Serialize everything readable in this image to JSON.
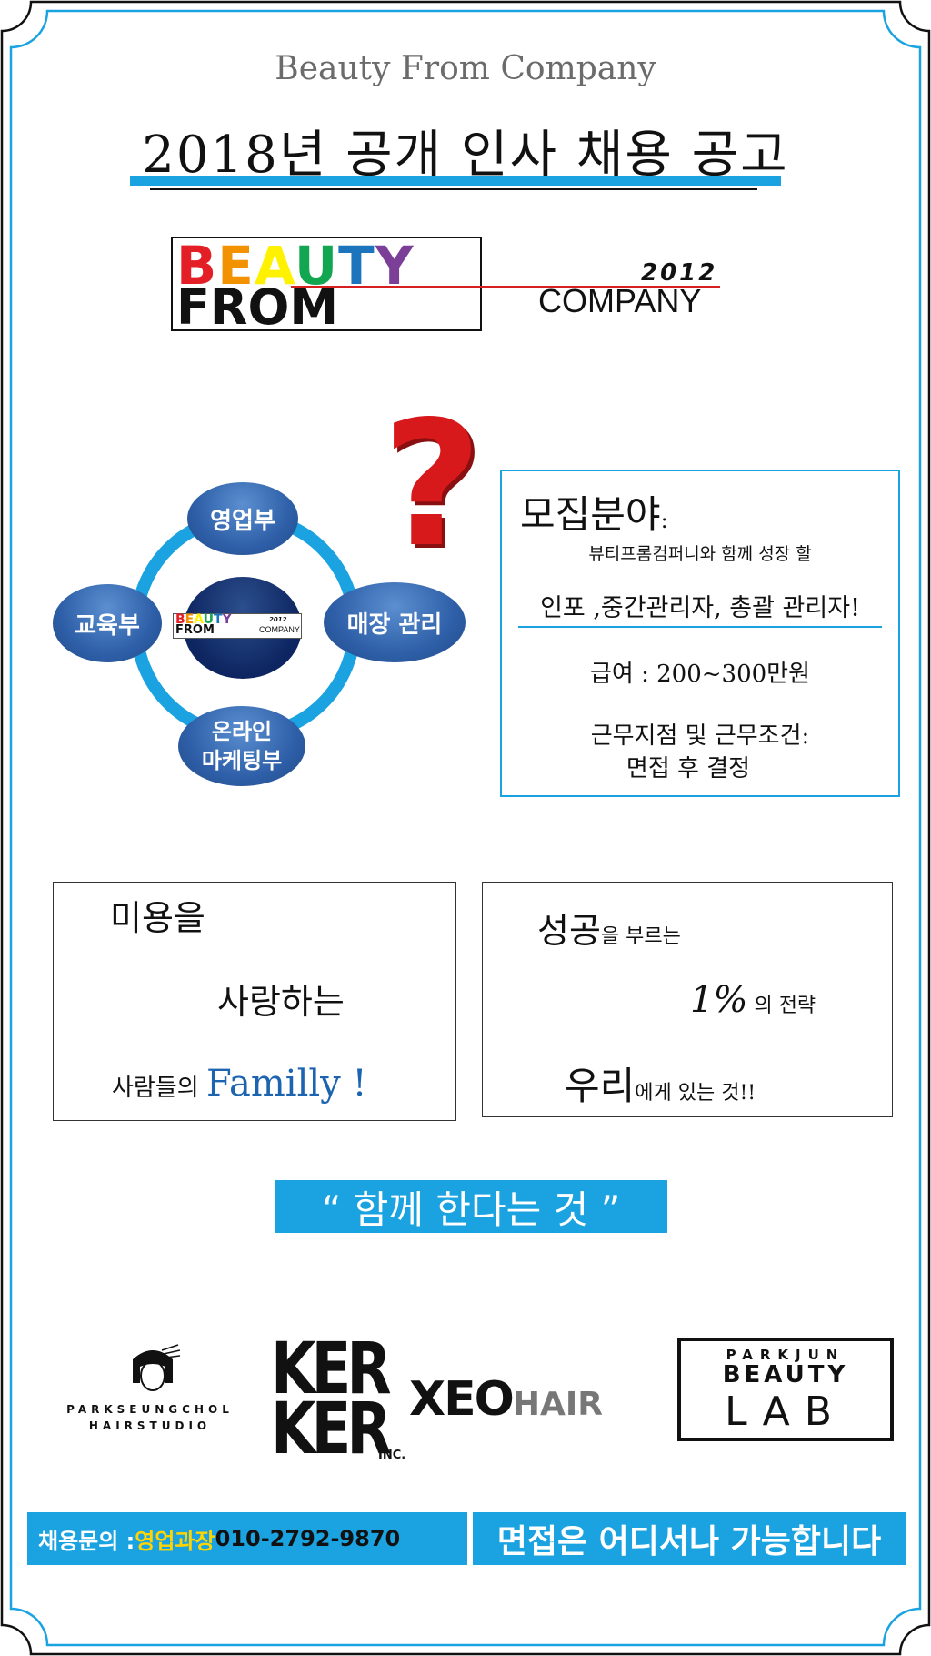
{
  "header": {
    "company": "Beauty From Company",
    "title": "2018년  공개 인사 채용 공고"
  },
  "logo": {
    "beauty_letters": [
      "B",
      "E",
      "A",
      "U",
      "T",
      "Y"
    ],
    "beauty_colors": [
      "#e41e26",
      "#f39200",
      "#fff200",
      "#12a650",
      "#1c75bc",
      "#7b3f98"
    ],
    "from": "FROM",
    "year": "2012",
    "company": "COMPANY"
  },
  "diagram": {
    "nodes": {
      "top": "영업부",
      "left": "교육부",
      "right": "매장 관리",
      "bottom_line1": "온라인",
      "bottom_line2": "마케팅부"
    },
    "question_mark": "?",
    "ring_color": "#1aa3e0"
  },
  "recruit": {
    "heading": "모집분야",
    "heading_colon": ":",
    "subtitle": "뷰티프롬컴퍼니와 함께 성장 할",
    "positions": "인포 ,중간관리자, 총괄 관리자!",
    "salary": "급여 : 200~300만원",
    "conditions_line1": "근무지점  및 근무조건:",
    "conditions_line2": "면접 후 결정"
  },
  "slogan_left": {
    "line1": "미용을",
    "line2": "사랑하는",
    "line3_prefix": "사람들의 ",
    "line3_highlight": "Familly !"
  },
  "slogan_right": {
    "line1_big": "성공",
    "line1_rest": "을  부르는",
    "line2_big": "1%",
    "line2_rest": " 의 전략",
    "line3_big": "우리",
    "line3_rest": "에게  있는 것!!"
  },
  "tagline": "“ 함께 한다는 것 ”",
  "partners": {
    "p1_line1": "PARKSEUNGCHOL",
    "p1_line2": "HAIRSTUDIO",
    "p2_line1": "KER",
    "p2_line2": "KER",
    "p2_suffix": "INC.",
    "p3_a": "XEO",
    "p3_b": "HAIR",
    "p4_line1": "PARKJUN",
    "p4_line2": "BEAUTY",
    "p4_line3": "LAB"
  },
  "footer": {
    "contact_label": "채용문의 : ",
    "contact_person": "영업과장 ",
    "contact_phone": "010-2792-9870",
    "interview": "면접은 어디서나 가능합니다"
  },
  "colors": {
    "accent": "#1aa3e0",
    "navy": "#0d2560",
    "node_blue": "#2e5fa8",
    "familly_blue": "#1c64b0",
    "footer_yellow": "#ffd400"
  }
}
